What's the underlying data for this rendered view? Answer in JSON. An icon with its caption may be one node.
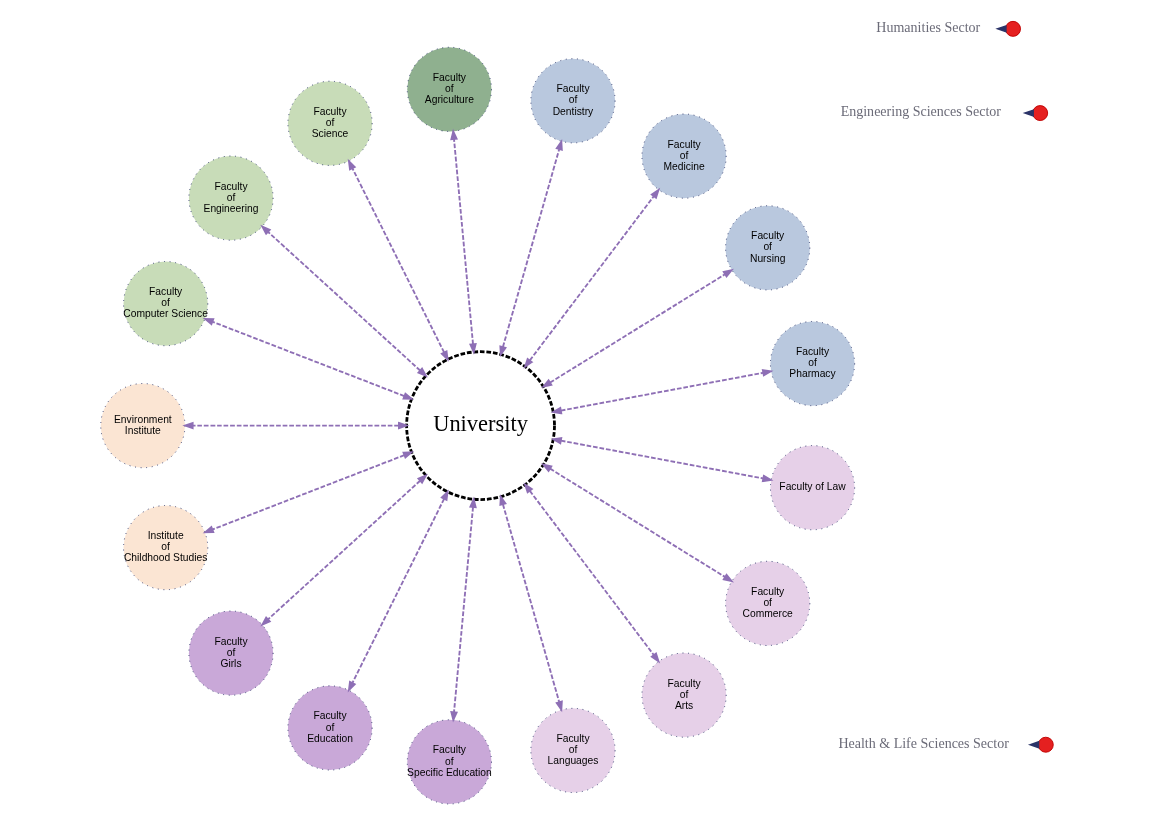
{
  "diagram": {
    "nodes": [
      {
        "text": [
          "University"
        ]
      },
      {
        "text": [
          "Faculty of Pharmacy"
        ]
      },
      {
        "text": [
          "Faculty of Nursing"
        ]
      },
      {
        "text": [
          "Faculty of Medicine"
        ]
      },
      {
        "text": [
          "Faculty of Dentistry"
        ]
      },
      {
        "text": [
          "Faculty of Agriculture"
        ]
      },
      {
        "text": [
          "Faculty of Science"
        ]
      },
      {
        "text": [
          "Faculty of Engineering"
        ]
      },
      {
        "text": [
          "Faculty of Computer Science"
        ]
      },
      {
        "text": [
          "Environment Institute"
        ]
      },
      {
        "text": [
          "Institute of Childhood Studies"
        ]
      },
      {
        "text": [
          "Faculty of Girls"
        ]
      },
      {
        "text": [
          "Faculty of Education"
        ]
      },
      {
        "text": [
          "Faculty of Specific Education"
        ]
      },
      {
        "text": [
          "Faculty of Languages"
        ]
      },
      {
        "text": [
          "Faculty of Arts"
        ]
      },
      {
        "text": [
          "Faculty of Commerce"
        ]
      },
      {
        "text": [
          "Faculty of Law"
        ]
      },
      {
        "text": [],
        "shape": "circle"
      },
      {
        "text": [
          "Health & Life Sciences Sector"
        ]
      },
      {
        "text": [],
        "shape": "circle"
      },
      {
        "text": [
          "Engineering Sciences Sector"
        ]
      },
      {
        "text": [],
        "shape": "circle"
      },
      {
        "text": [
          "Humanities Sector"
        ]
      }
    ],
    "edges": [
      {
        "from": 0,
        "to": 1,
        "arrow": "both",
        "style": "dashed"
      },
      {
        "from": 0,
        "to": 2,
        "arrow": "both",
        "style": "dashed"
      },
      {
        "from": 0,
        "to": 3,
        "arrow": "both",
        "style": "dashed"
      },
      {
        "from": 0,
        "to": 4,
        "arrow": "both",
        "style": "dashed"
      },
      {
        "from": 0,
        "to": 5,
        "arrow": "both",
        "style": "dashed"
      },
      {
        "from": 0,
        "to": 6,
        "arrow": "both",
        "style": "dashed"
      },
      {
        "from": 0,
        "to": 7,
        "arrow": "both",
        "style": "dashed"
      },
      {
        "from": 0,
        "to": 8,
        "arrow": "both",
        "style": "dashed"
      },
      {
        "from": 0,
        "to": 9,
        "arrow": "both",
        "style": "dashed"
      },
      {
        "from": 0,
        "to": 10,
        "arrow": "both",
        "style": "dashed"
      },
      {
        "from": 0,
        "to": 11,
        "arrow": "both",
        "style": "dashed"
      },
      {
        "from": 0,
        "to": 12,
        "arrow": "both",
        "style": "dashed"
      },
      {
        "from": 0,
        "to": 13,
        "arrow": "both",
        "style": "dashed"
      },
      {
        "from": 0,
        "to": 14,
        "arrow": "both",
        "style": "dashed"
      },
      {
        "from": 0,
        "to": 15,
        "arrow": "both",
        "style": "dashed"
      },
      {
        "from": 0,
        "to": 16,
        "arrow": "both",
        "style": "dashed"
      },
      {
        "from": 0,
        "to": 17,
        "arrow": "both",
        "style": "dashed"
      },
      {
        "from": 18,
        "to": 19,
        "arrow": "to",
        "style": "dashed",
        "color": "#2b3468"
      },
      {
        "from": 20,
        "to": 21,
        "arrow": "to",
        "style": "dashed",
        "color": "#2b3468"
      },
      {
        "from": 22,
        "to": 23,
        "arrow": "to",
        "style": "dashed",
        "color": "#2b3468"
      }
    ]
  }
}
